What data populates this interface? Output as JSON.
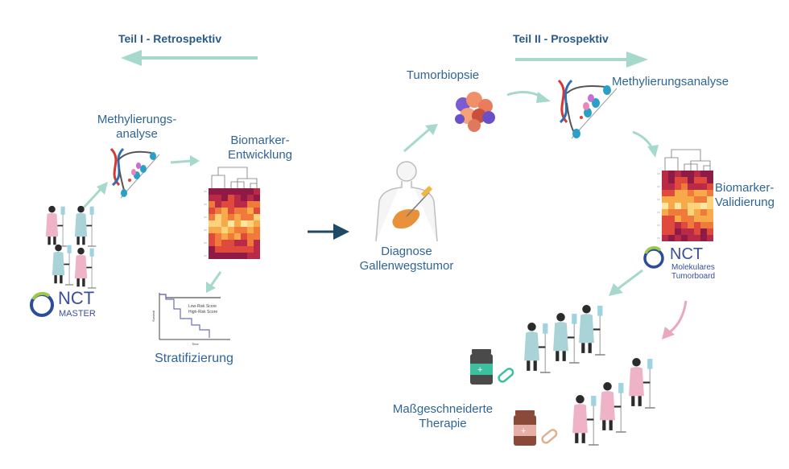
{
  "colors": {
    "text": "#2f6596",
    "arrow_teal": "#9fd3c7",
    "arrow_dark": "#1f4a66",
    "arrow_pink": "#eaa7c0",
    "gown_blue": "#a9d3d6",
    "gown_pink": "#eeb3c6",
    "heatmap_dark": "#8e1a45",
    "heatmap_mid": "#e8673c",
    "heatmap_light": "#fde6a0"
  },
  "headers": {
    "part1": "Teil I - Retrospektiv",
    "part2": "Teil II - Prospektiv"
  },
  "left": {
    "methylation_line1": "Methylierungs-",
    "methylation_line2": "analyse",
    "biomarker_line1": "Biomarker-",
    "biomarker_line2": "Entwicklung",
    "stratification": "Stratifizierung",
    "km_legend_low": "Low-Risk Score",
    "km_legend_high": "High-Risk Score",
    "km_ylabel": "Survival",
    "km_xlabel": "Time",
    "logo_nct": "NCT",
    "logo_sub": "MASTER"
  },
  "center": {
    "diagnosis_line1": "Diagnose",
    "diagnosis_line2": "Gallenwegstumor",
    "biopsy": "Tumorbiopsie"
  },
  "right": {
    "methylation": "Methylierungsanalyse",
    "biomarker_line1": "Biomarker-",
    "biomarker_line2": "Validierung",
    "logo_nct": "NCT",
    "logo_sub1": "Molekulares",
    "logo_sub2": "Tumorboard",
    "therapy_line1": "Maßgeschneiderte",
    "therapy_line2": "Therapie"
  },
  "icons": [
    "dna-icon",
    "heatmap-icon",
    "survival-curve-icon",
    "patient-icon",
    "nct-logo-icon",
    "tumor-cells-icon",
    "body-liver-icon",
    "medicine-bottle-icon",
    "pill-icon"
  ]
}
